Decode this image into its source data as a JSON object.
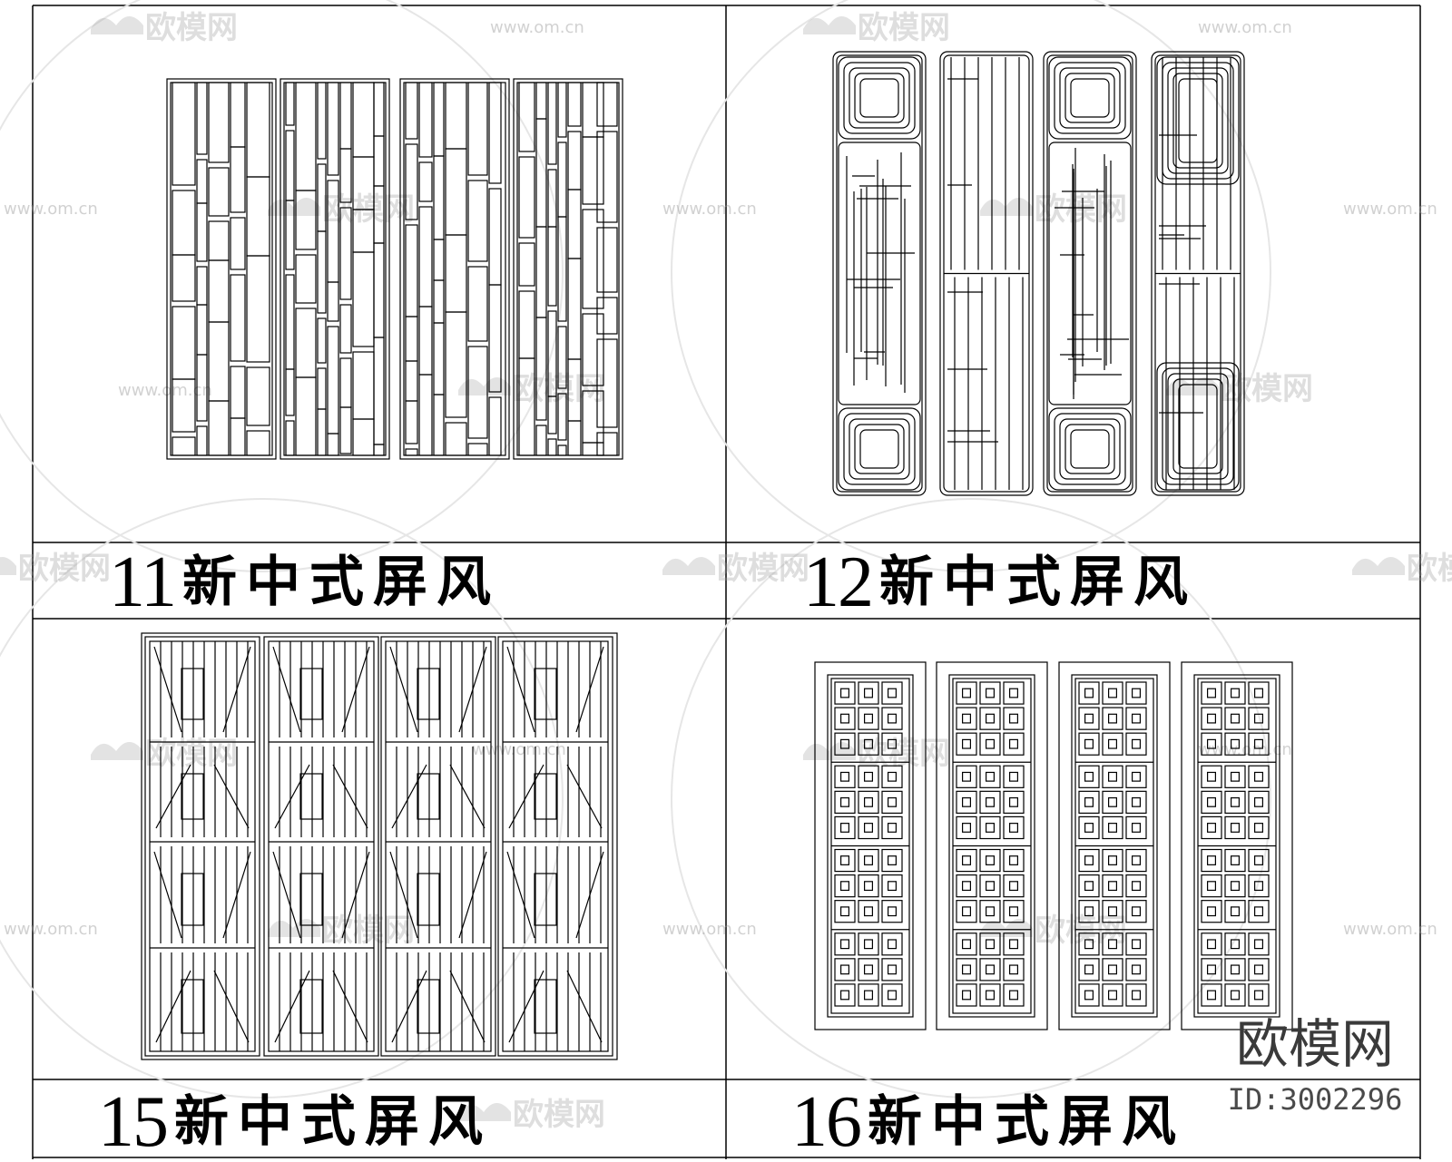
{
  "grid": {
    "line_color": "#000000"
  },
  "panels": [
    {
      "id": "11",
      "number": "11",
      "caption": "新中式屏风",
      "pattern": "staggered-vertical-bars",
      "screen_count": 4
    },
    {
      "id": "12",
      "number": "12",
      "caption": "新中式屏风",
      "pattern": "concentric-squares-and-lattice",
      "screen_count": 4
    },
    {
      "id": "15",
      "number": "15",
      "caption": "新中式屏风",
      "pattern": "diagonal-strut-grid",
      "screen_count": 4
    },
    {
      "id": "16",
      "number": "16",
      "caption": "新中式屏风",
      "pattern": "fretwork-key-lattice",
      "screen_count": 4
    }
  ],
  "watermark": {
    "brand": "欧模网",
    "site": "www.om.cn",
    "id_text": "ID:3002296",
    "color": "#9a9a9a"
  }
}
